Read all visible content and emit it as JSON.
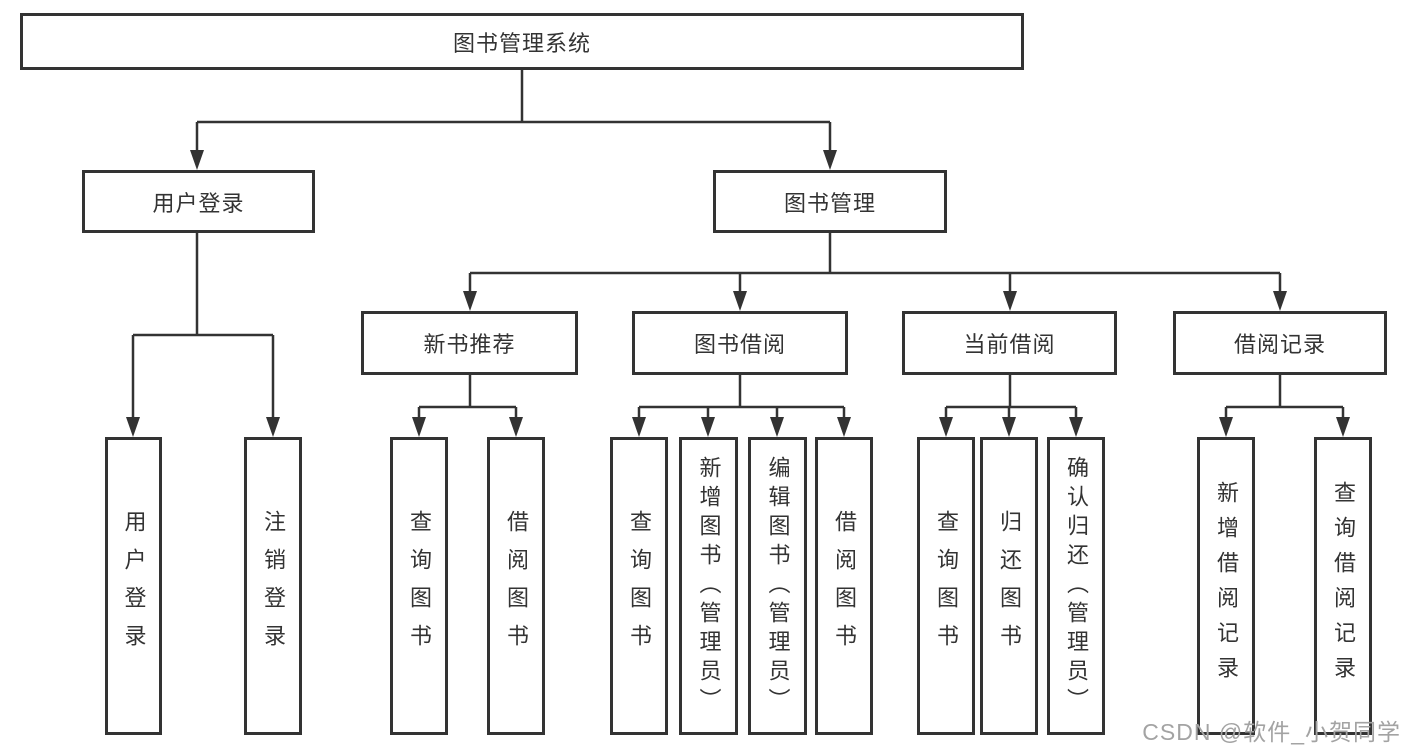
{
  "diagram": {
    "tree": {
      "root": "图书管理系统",
      "children": [
        {
          "label": "用户登录",
          "children": [
            "用户登录",
            "注销登录"
          ]
        },
        {
          "label": "图书管理",
          "children": [
            {
              "label": "新书推荐",
              "children": [
                "查询图书",
                "借阅图书"
              ]
            },
            {
              "label": "图书借阅",
              "children": [
                "查询图书",
                "新增图书（管理员）",
                "编辑图书（管理员）",
                "借阅图书"
              ]
            },
            {
              "label": "当前借阅",
              "children": [
                "查询图书",
                "归还图书",
                "确认归还（管理员）"
              ]
            },
            {
              "label": "借阅记录",
              "children": [
                "新增借阅记录",
                "查询借阅记录"
              ]
            }
          ]
        }
      ]
    }
  },
  "watermark": {
    "text": "CSDN @软件_小贺同学"
  },
  "colors": {
    "line": "#333333",
    "box-border": "#333333",
    "text": "#333333",
    "watermark": "#a3a3a3",
    "background": "#ffffff"
  }
}
